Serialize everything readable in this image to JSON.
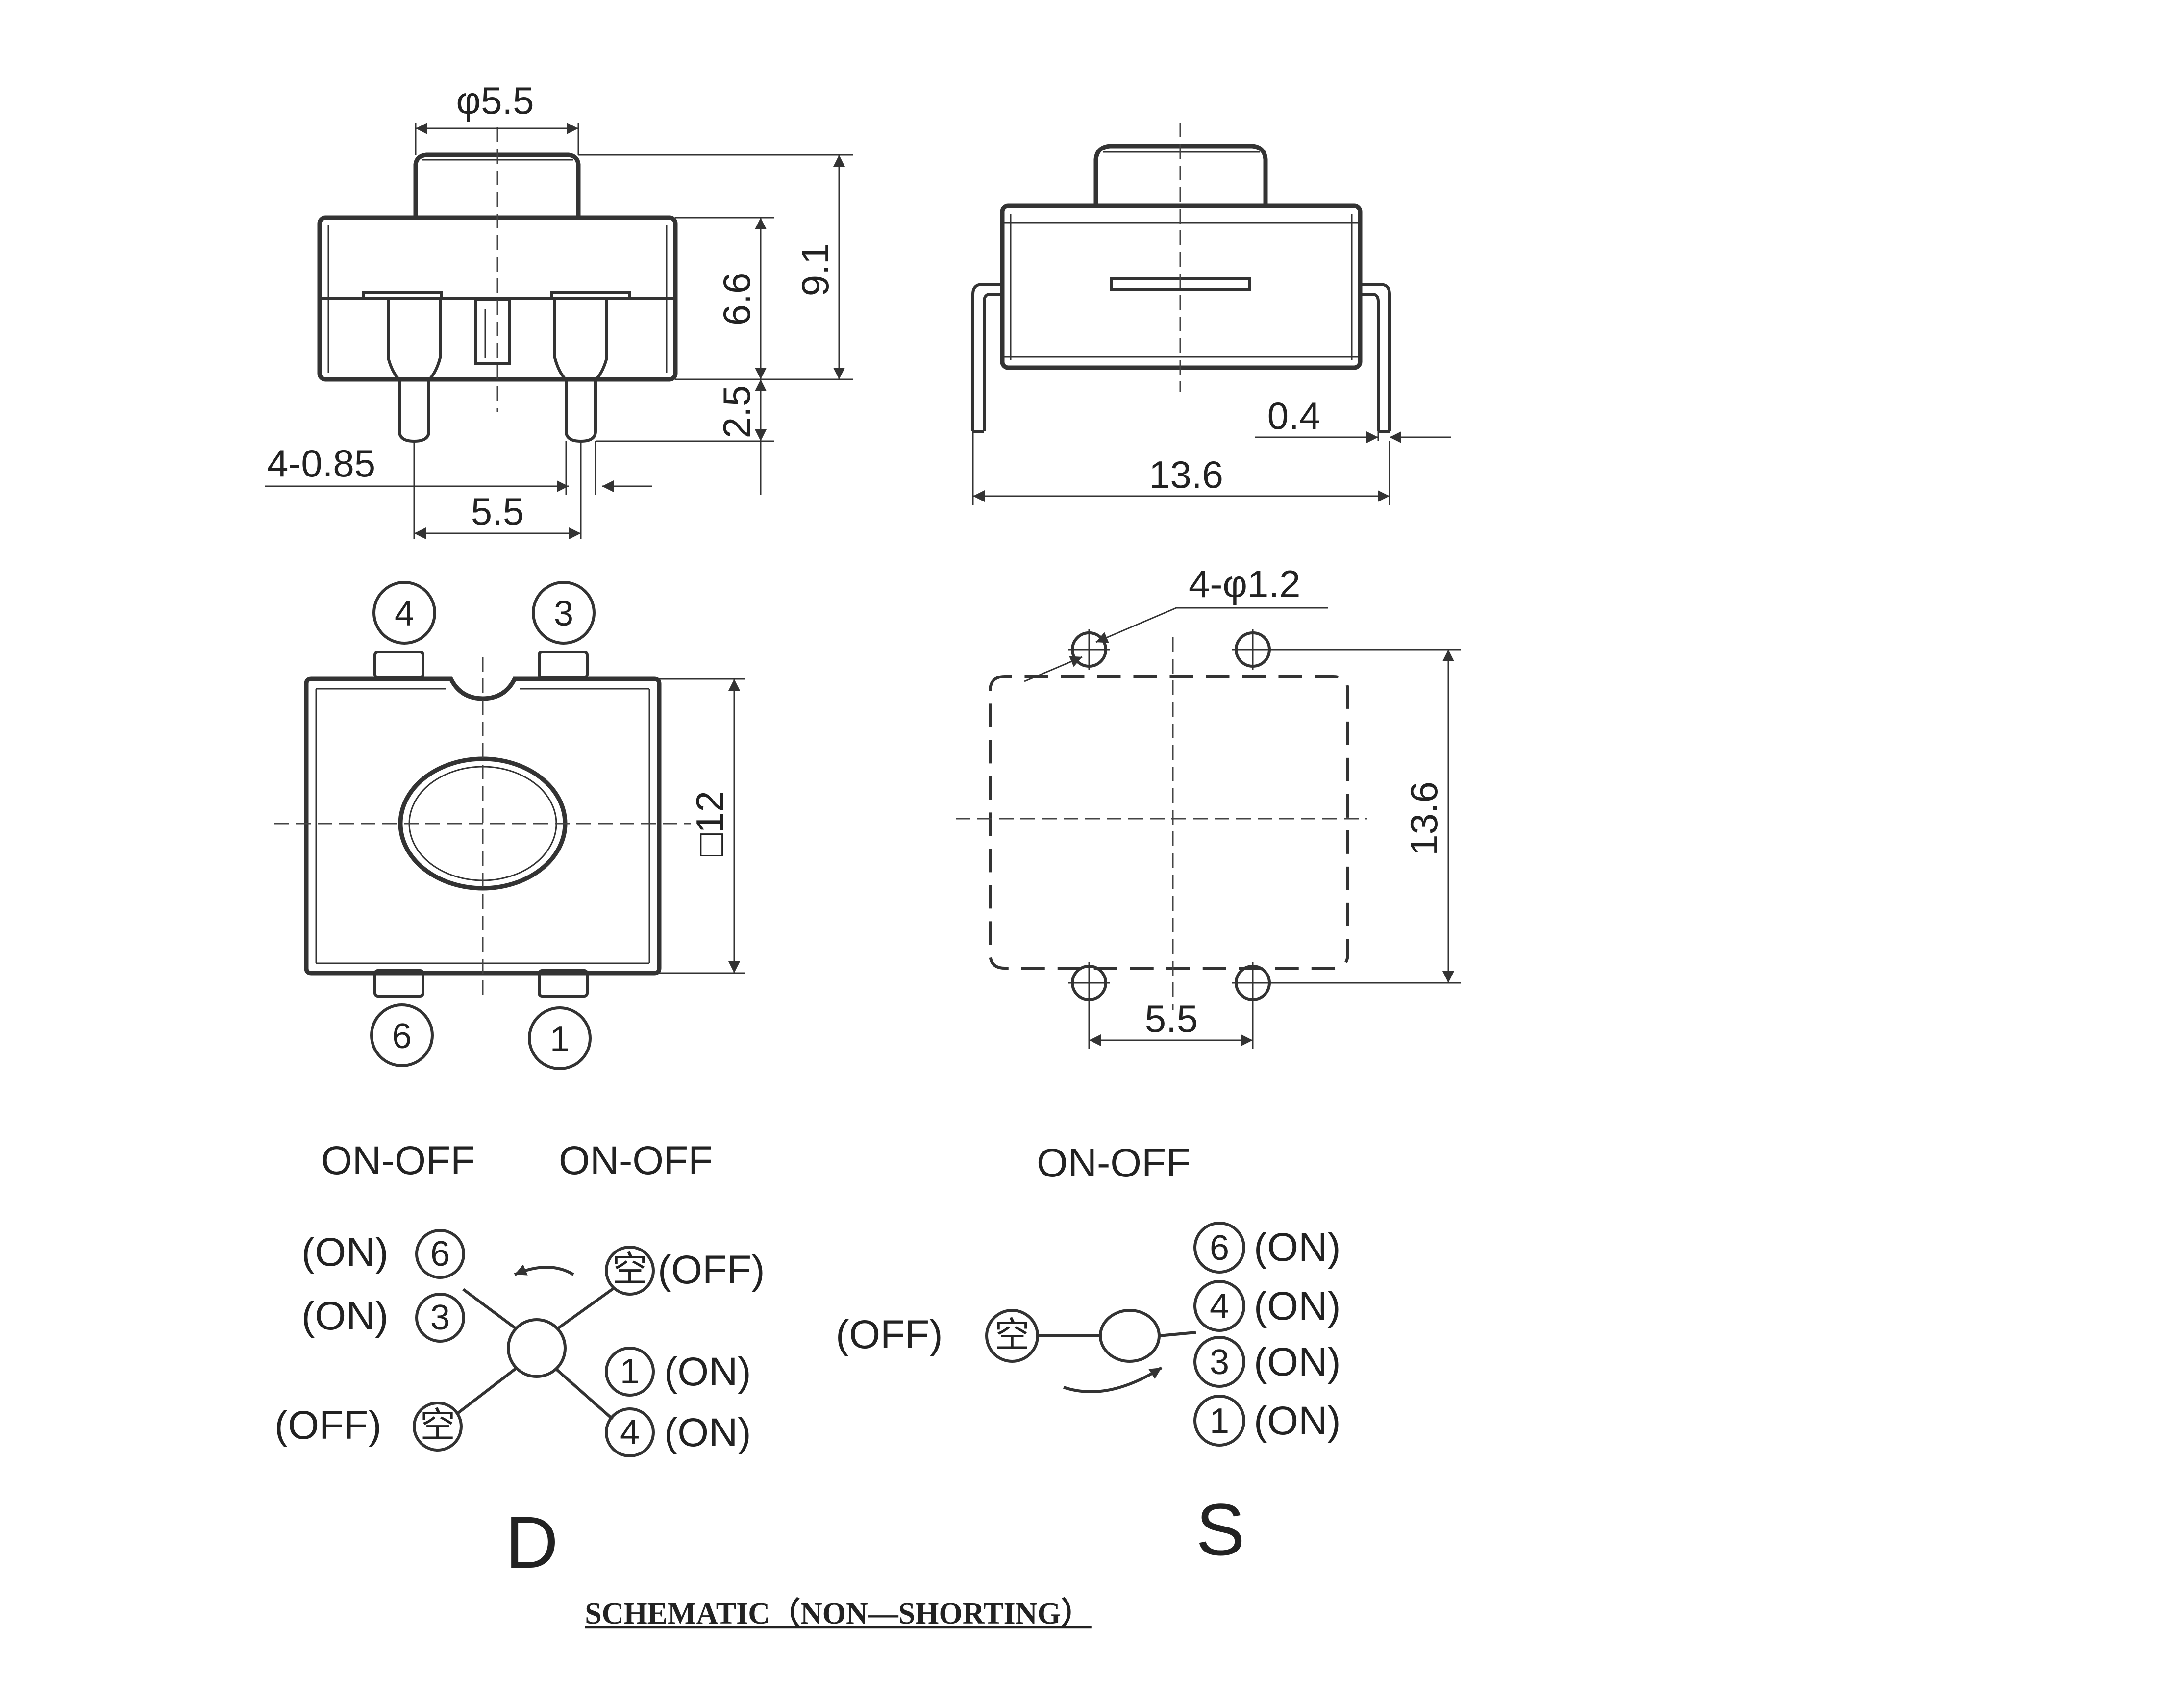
{
  "dimensions": {
    "button_diameter": "φ5.5",
    "total_height": "9.1",
    "body_height": "6.6",
    "pin_length": "2.5",
    "pin_width": "4-0.85",
    "front_pin_spacing": "5.5",
    "lead_thickness": "0.4",
    "side_width": "13.6",
    "body_square": "□12",
    "hole_diameter": "4-φ1.2",
    "footprint_height": "13.6",
    "footprint_spacing": "5.5"
  },
  "pins": {
    "top_left": "4",
    "top_right": "3",
    "bottom_left": "6",
    "bottom_right": "1"
  },
  "captions": {
    "d_left": "ON-OFF",
    "d_right": "ON-OFF",
    "s": "ON-OFF"
  },
  "schematic_d": {
    "tl1_state": "(ON)",
    "tl1_num": "6",
    "tl2_state": "(ON)",
    "tl2_num": "3",
    "bl_state": "(OFF)",
    "bl_num": "空",
    "tr_num": "空",
    "tr_state": "(OFF)",
    "r1_num": "1",
    "r1_state": "(ON)",
    "r2_num": "4",
    "r2_state": "(ON)"
  },
  "schematic_s": {
    "left_state": "(OFF)",
    "left_num": "空",
    "rows": [
      {
        "num": "6",
        "state": "(ON)"
      },
      {
        "num": "4",
        "state": "(ON)"
      },
      {
        "num": "3",
        "state": "(ON)"
      },
      {
        "num": "1",
        "state": "(ON)"
      }
    ]
  },
  "labels": {
    "d": "D",
    "s": "S",
    "title": "SCHEMATIC（NON—SHORTING）"
  }
}
